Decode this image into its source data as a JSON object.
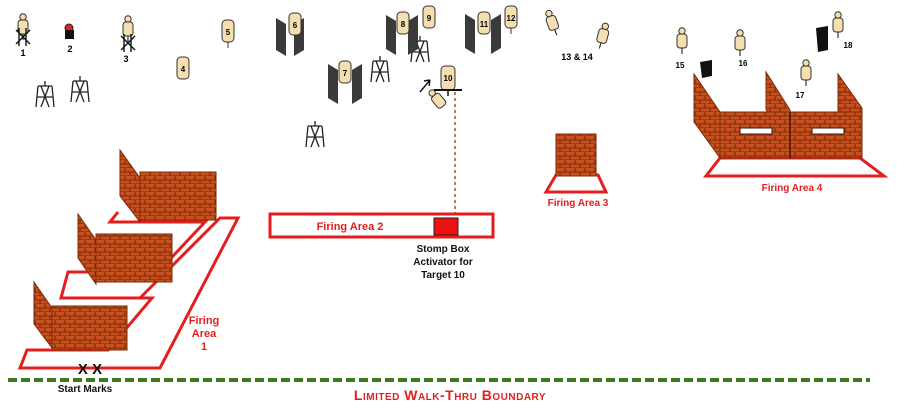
{
  "targets": [
    {
      "label": "1",
      "kind": "paper-x"
    },
    {
      "label": "2",
      "kind": "popper-red"
    },
    {
      "label": "3",
      "kind": "paper-x"
    },
    {
      "label": "4",
      "kind": "paper"
    },
    {
      "label": "5",
      "kind": "paper"
    },
    {
      "label": "6",
      "kind": "paper-barrier"
    },
    {
      "label": "7",
      "kind": "paper-barrier"
    },
    {
      "label": "8",
      "kind": "paper-barrier"
    },
    {
      "label": "9",
      "kind": "paper"
    },
    {
      "label": "10",
      "kind": "swinger"
    },
    {
      "label": "11",
      "kind": "paper-barrier"
    },
    {
      "label": "12",
      "kind": "paper"
    },
    {
      "label": "13 & 14",
      "kind": "paper-pair"
    },
    {
      "label": "15",
      "kind": "paper"
    },
    {
      "label": "16",
      "kind": "paper"
    },
    {
      "label": "17",
      "kind": "paper"
    },
    {
      "label": "18",
      "kind": "paper"
    }
  ],
  "areas": {
    "fa1_line1": "Firing",
    "fa1_line2": "Area",
    "fa1_line3": "1",
    "fa2": "Firing Area 2",
    "fa3": "Firing Area 3",
    "fa4": "Firing Area 4"
  },
  "stomp_box": {
    "line1": "Stomp Box",
    "line2": "Activator for",
    "line3": "Target 10"
  },
  "start_marks": {
    "label": "Start Marks",
    "symbol": "X X"
  },
  "boundary": {
    "label": "Limited Walk-Thru Boundary"
  },
  "colors": {
    "fault_line": "#e41e1e",
    "brick": "#c8501e",
    "brick_mortar": "#7a2a08",
    "target_body": "#f5deb0",
    "boundary": "#3d7a1e",
    "stomp_box": "#ee1111"
  }
}
